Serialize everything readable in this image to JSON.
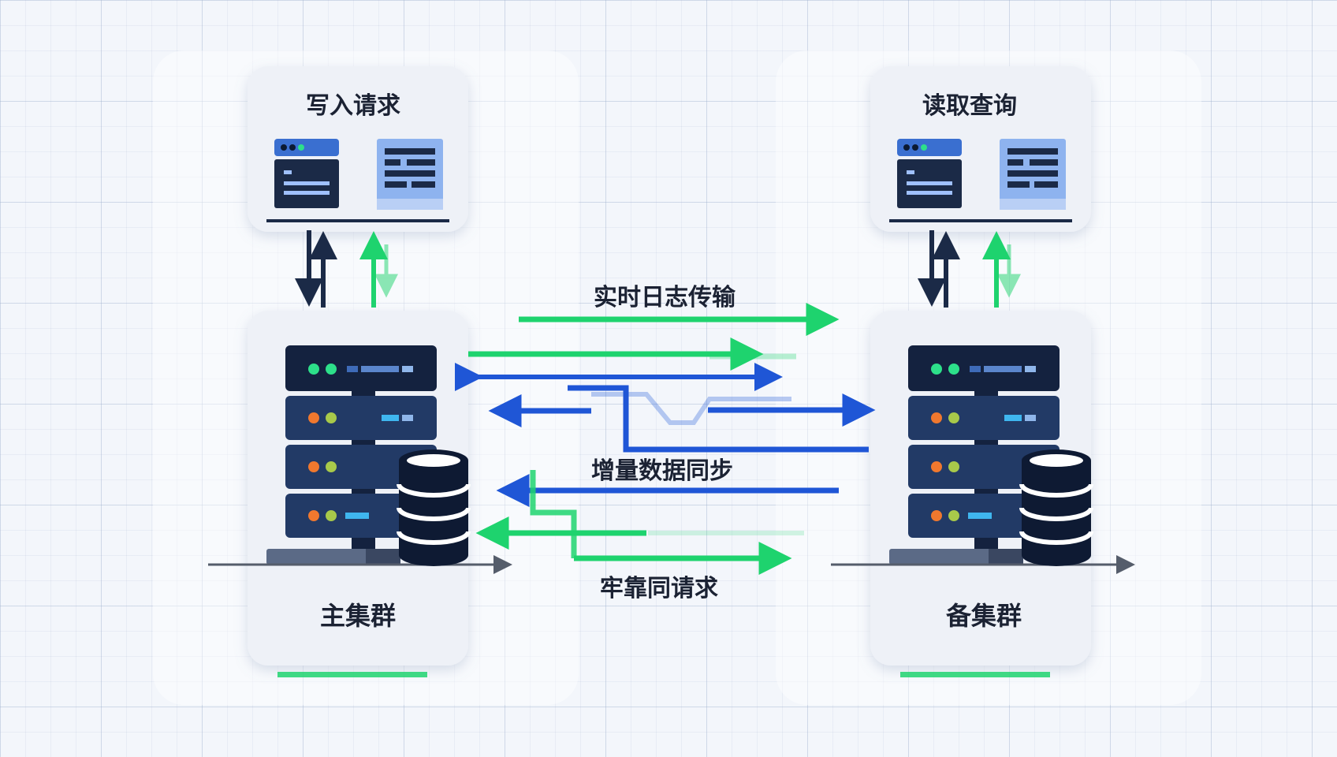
{
  "diagram": {
    "primary_client_label": "写入请求",
    "standby_client_label": "读取查询",
    "primary_cluster_label": "主集群",
    "standby_cluster_label": "备集群",
    "flow_top_label": "实时日志传输",
    "flow_middle_label": "增量数据同步",
    "flow_bottom_label": "牢靠同请求"
  },
  "colors": {
    "green": "#1ed36e",
    "blue": "#1f56d6",
    "navy": "#1b2a47",
    "server_body": "#223a66",
    "panel": "#eef1f7"
  }
}
